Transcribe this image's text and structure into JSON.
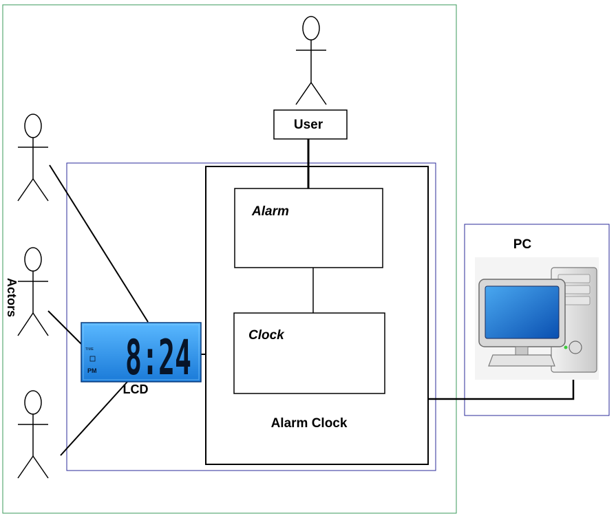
{
  "labels": {
    "user": "User",
    "alarm": "Alarm",
    "clock": "Clock",
    "alarm_clock": "Alarm Clock",
    "pc": "PC",
    "lcd": "LCD",
    "actors": "Actors"
  },
  "lcd_display": {
    "time": "8:24",
    "small_top": "TIME",
    "period": "PM"
  },
  "colors": {
    "outer_border": "#3a9a5a",
    "inner_border": "#2a2a9a",
    "lcd_screen": "#2a8ee8",
    "monitor_screen": "#1a6fd0",
    "line": "#000000"
  },
  "icons": {
    "actor": "stick-figure-icon",
    "pc": "desktop-computer-icon",
    "lcd": "lcd-clock-icon"
  }
}
